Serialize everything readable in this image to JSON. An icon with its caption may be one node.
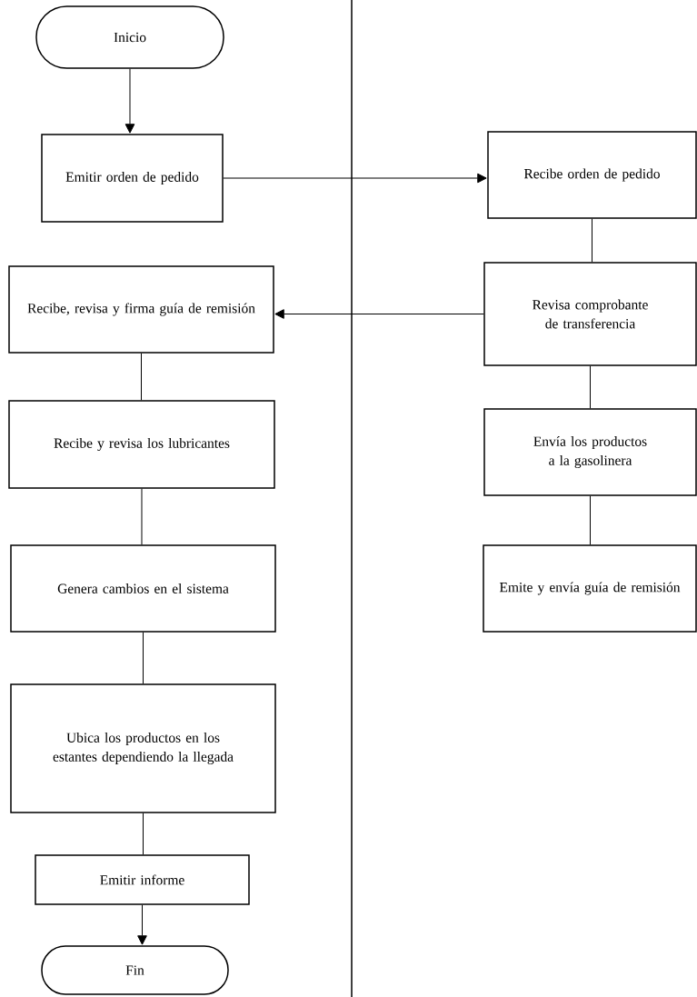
{
  "diagram": {
    "nodes": [
      {
        "text": [
          "Inicio"
        ]
      },
      {
        "text": [
          "Emitir orden de pedido"
        ]
      },
      {
        "text": [
          "Recibe orden de pedido"
        ]
      },
      {
        "text": [
          "Recibe, revisa y firma guía de remisión"
        ]
      },
      {
        "text": [
          "Revisa comprobante de transferencia"
        ]
      },
      {
        "text": [
          "Recibe y revisa los lubricantes"
        ]
      },
      {
        "text": [
          "Envía los productos a la gasolinera"
        ]
      },
      {
        "text": [
          "Genera cambios en el sistema"
        ]
      },
      {
        "text": [
          "Emite y envía guía de remisión"
        ]
      },
      {
        "text": [
          "Ubica los productos en los estantes dependiendo la llegada"
        ]
      },
      {
        "text": [
          "Emitir informe"
        ]
      },
      {
        "text": [
          "Fin"
        ]
      }
    ],
    "edges": [
      {
        "from": 0,
        "to": 1,
        "arrow": "to"
      },
      {
        "from": 1,
        "to": 2,
        "arrow": "to"
      },
      {
        "from": 2,
        "to": 4,
        "arrow": "none"
      },
      {
        "from": 4,
        "to": 3,
        "arrow": "to"
      },
      {
        "from": 3,
        "to": 5,
        "arrow": "none"
      },
      {
        "from": 5,
        "to": 7,
        "arrow": "none"
      },
      {
        "from": 7,
        "to": 9,
        "arrow": "none"
      },
      {
        "from": 9,
        "to": 10,
        "arrow": "none"
      },
      {
        "from": 10,
        "to": 11,
        "arrow": "to"
      },
      {
        "from": 4,
        "to": 6,
        "arrow": "none"
      },
      {
        "from": 6,
        "to": 8,
        "arrow": "none"
      }
    ]
  }
}
